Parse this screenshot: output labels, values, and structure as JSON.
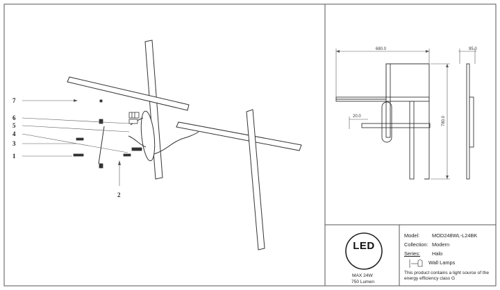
{
  "callouts": [
    "7",
    "6",
    "5",
    "4",
    "3",
    "1",
    "2"
  ],
  "dimensions": {
    "width": "680.0",
    "depth": "95.0",
    "height": "780.0",
    "profile": "20.0"
  },
  "badge": {
    "logo": "LED",
    "power": "MAX 24W",
    "lumen": "750 Lumen"
  },
  "info": {
    "model_label": "Model:",
    "model_value": "MOD248WL-L24BK",
    "collection_label": "Collection:",
    "collection_value": "Modern",
    "series_label": "Series:",
    "series_value": "Halo",
    "type_value": "Wall Lamps",
    "note": "This product contains a light source of the energy efficiency class G"
  },
  "icons": [
    "led-badge-icon",
    "wall-lamp-icon"
  ]
}
